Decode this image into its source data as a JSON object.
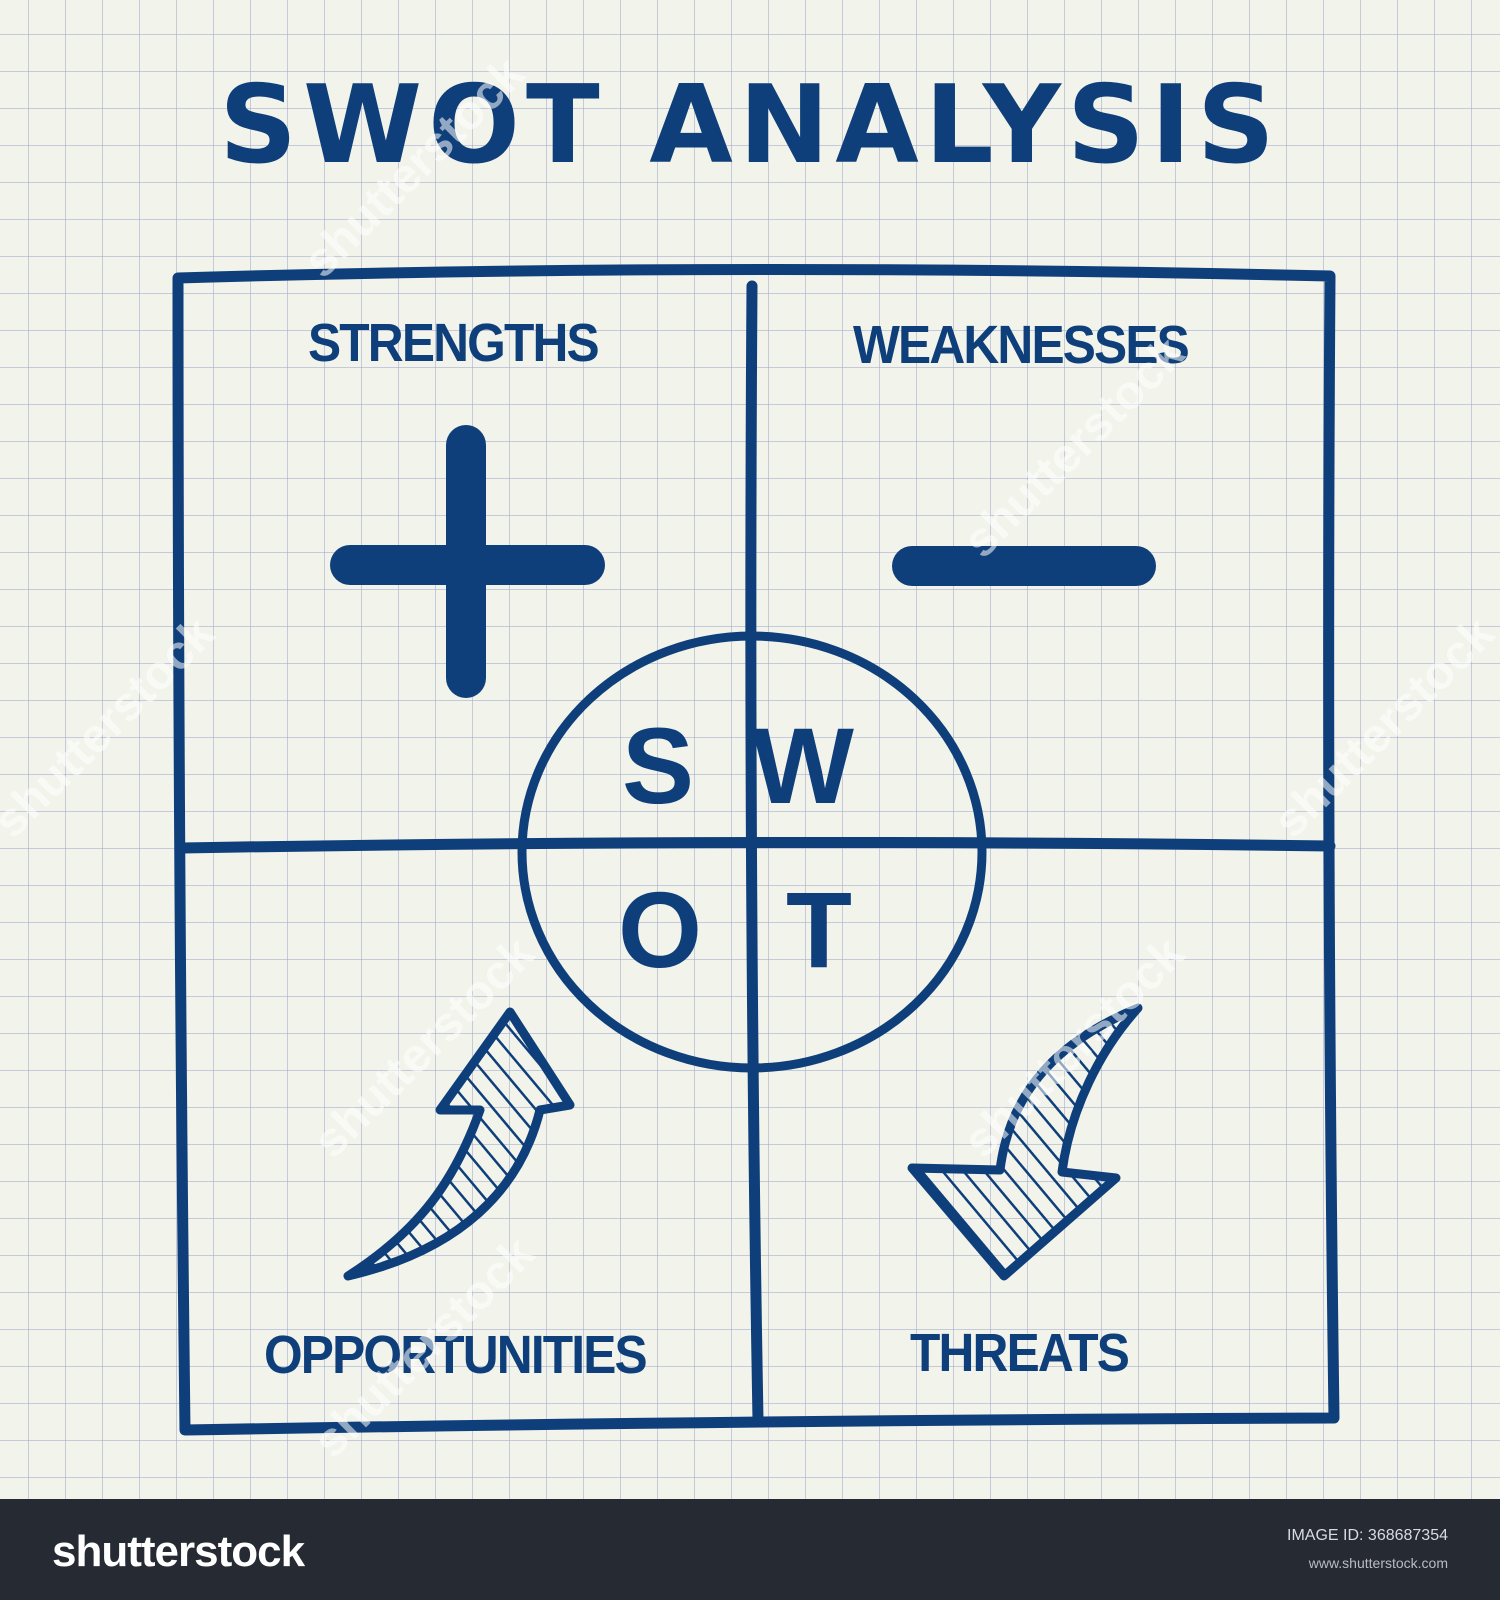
{
  "title": "SWOT ANALYSIS",
  "quadrants": {
    "strengths": {
      "label": "STRENGTHS",
      "icon": "plus-icon"
    },
    "weaknesses": {
      "label": "WEAKNESSES",
      "icon": "minus-icon"
    },
    "opportunities": {
      "label": "OPPORTUNITIES",
      "icon": "arrow-up-icon"
    },
    "threats": {
      "label": "THREATS",
      "icon": "arrow-down-icon"
    }
  },
  "center_letters": {
    "s": "S",
    "w": "W",
    "o": "O",
    "t": "T"
  },
  "colors": {
    "ink": "#0f3f7a",
    "paper": "#f2f3ea",
    "grid": "#a0a8cd",
    "footer": "#262a33"
  },
  "watermark": "shutterstock",
  "footer": {
    "brand": "shutterstock",
    "image_id": "IMAGE ID: 368687354",
    "site": "www.shutterstock.com"
  }
}
